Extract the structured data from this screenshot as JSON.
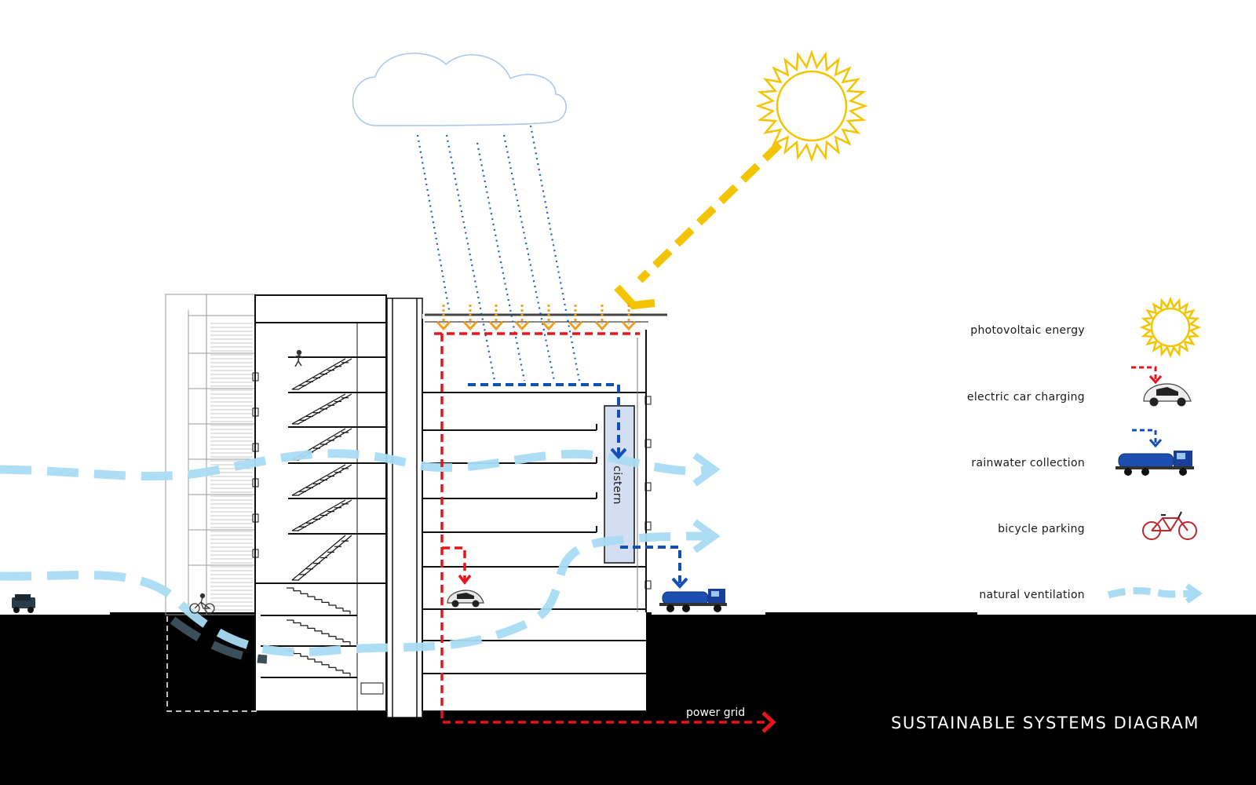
{
  "title": "SUSTAINABLE SYSTEMS DIAGRAM",
  "labels": {
    "cistern": "cistern",
    "power_grid": "power grid"
  },
  "legend": [
    {
      "label": "photovoltaic energy",
      "icon": "sun-icon"
    },
    {
      "label": "electric car charging",
      "icon": "electric-car-icon"
    },
    {
      "label": "rainwater collection",
      "icon": "water-truck-icon"
    },
    {
      "label": "bicycle parking",
      "icon": "bicycle-icon"
    },
    {
      "label": "natural ventilation",
      "icon": "airflow-arrow-icon"
    }
  ],
  "colors": {
    "solar": "#f5c400",
    "solar_arrows": "#f0a020",
    "electric": "#e8141c",
    "water": "#1150b8",
    "rain": "#1a5cc0",
    "air": "#a9dcf4",
    "cloud": "#a9c6e8",
    "cistern_fill": "#d4def2",
    "ground": "#000000"
  }
}
